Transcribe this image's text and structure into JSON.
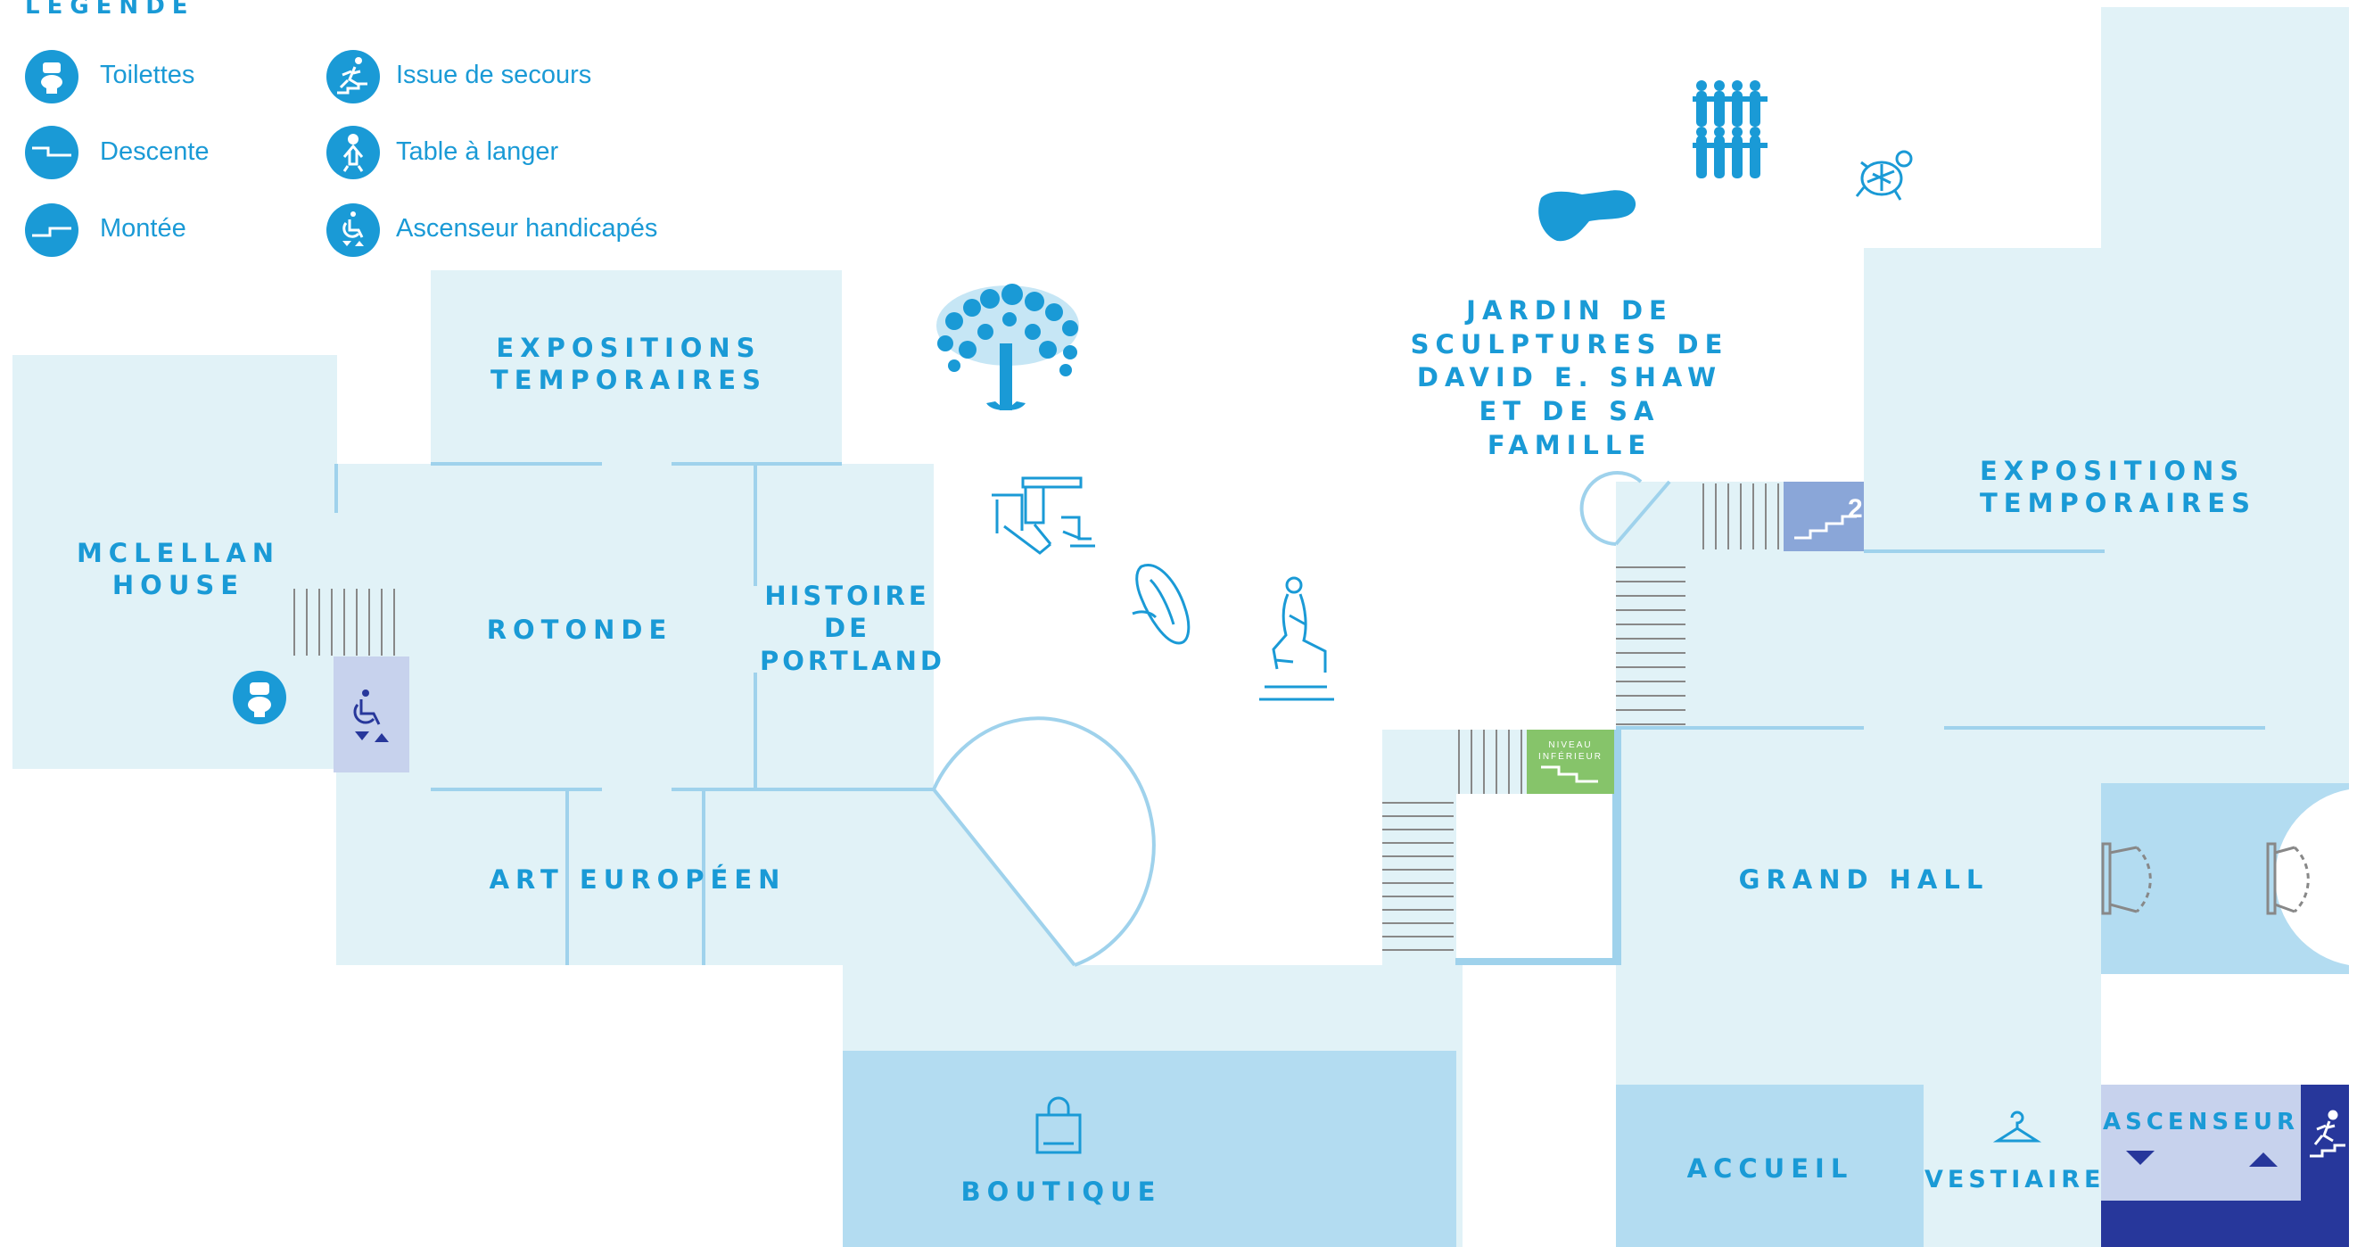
{
  "legend": {
    "title": "LEGENDE",
    "items": [
      {
        "label": "Toilettes",
        "icon": "toilet-icon"
      },
      {
        "label": "Descente",
        "icon": "stairs-down-icon"
      },
      {
        "label": "Montée",
        "icon": "stairs-up-icon"
      },
      {
        "label": "Issue de secours",
        "icon": "emergency-exit-icon"
      },
      {
        "label": "Table à langer",
        "icon": "baby-changing-icon"
      },
      {
        "label": "Ascenseur handicapés",
        "icon": "accessible-elevator-icon"
      }
    ]
  },
  "rooms": {
    "mclellan": [
      "MCLELLAN",
      "HOUSE"
    ],
    "expo_top": [
      "EXPOSITIONS",
      "TEMPORAIRES"
    ],
    "rotonde": [
      "ROTONDE"
    ],
    "histoire": [
      "HISTOIRE",
      "DE",
      "PORTLAND"
    ],
    "art_europeen": [
      "ART EUROPÉEN"
    ],
    "jardin": [
      "JARDIN DE",
      "SCULPTURES DE",
      "DAVID E. SHAW",
      "ET DE SA FAMILLE"
    ],
    "expo_right": [
      "EXPOSITIONS",
      "TEMPORAIRES"
    ],
    "grand_hall": [
      "GRAND HALL"
    ],
    "boutique": [
      "BOUTIQUE"
    ],
    "accueil": [
      "ACCUEIL"
    ],
    "vestiaire": [
      "VESTIAIRE"
    ],
    "ascenseur": [
      "ASCENSEUR"
    ]
  },
  "signs": {
    "level_up_number": "2",
    "niveau_inferieur": [
      "NIVEAU",
      "INFÉRIEUR"
    ]
  },
  "colors": {
    "room_light": "#e1f2f7",
    "room_medium": "#b3dcf1",
    "wall": "#9fd2ec",
    "accent": "#1a9ad6",
    "elevator_wash": "#c7d2ed",
    "dark_blue": "#27379b",
    "green_sign": "#86c46a",
    "level_sign": "#8aa6d8"
  }
}
